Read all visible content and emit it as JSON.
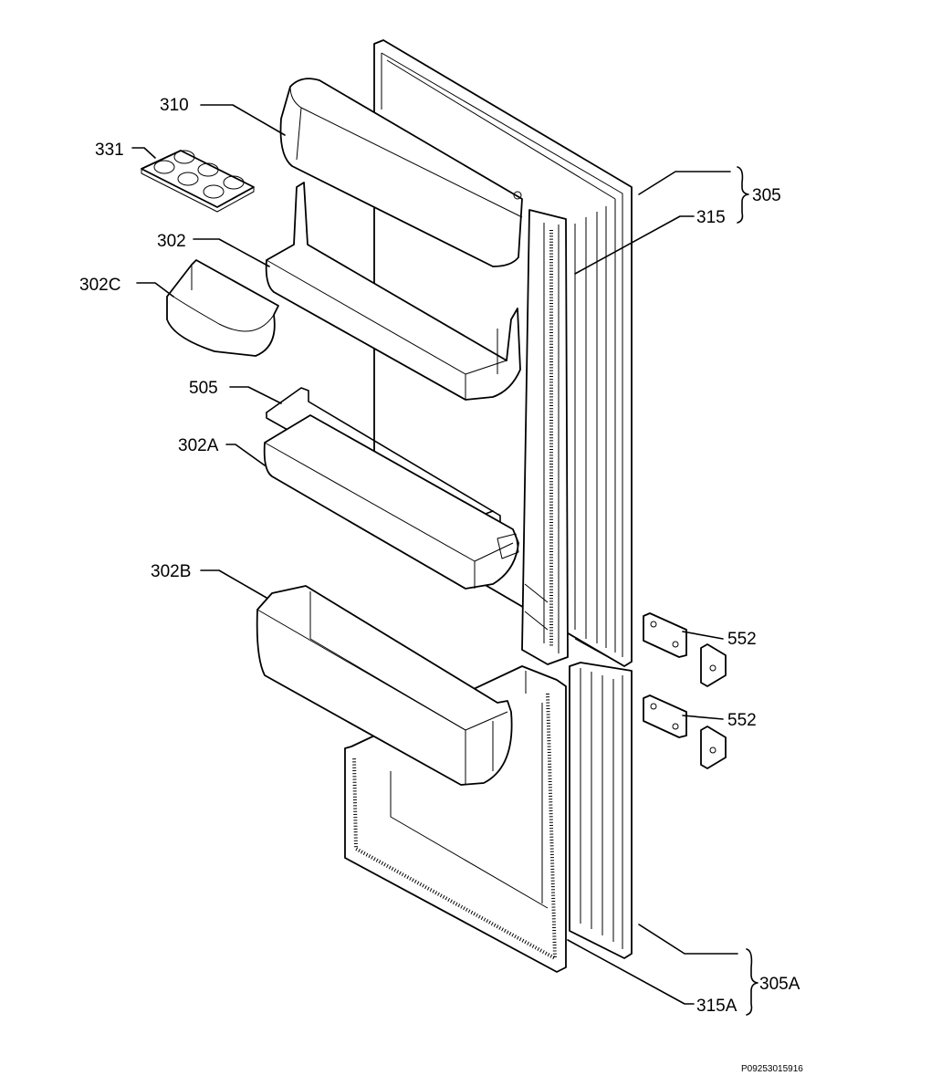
{
  "labels": {
    "l310": "310",
    "l331": "331",
    "l302": "302",
    "l302c": "302C",
    "l505": "505",
    "l302a": "302A",
    "l302b": "302B",
    "l305": "305",
    "l315": "315",
    "l552a": "552",
    "l552b": "552",
    "l305a": "305A",
    "l315a": "315A"
  },
  "drawing_number": "P09253015916"
}
